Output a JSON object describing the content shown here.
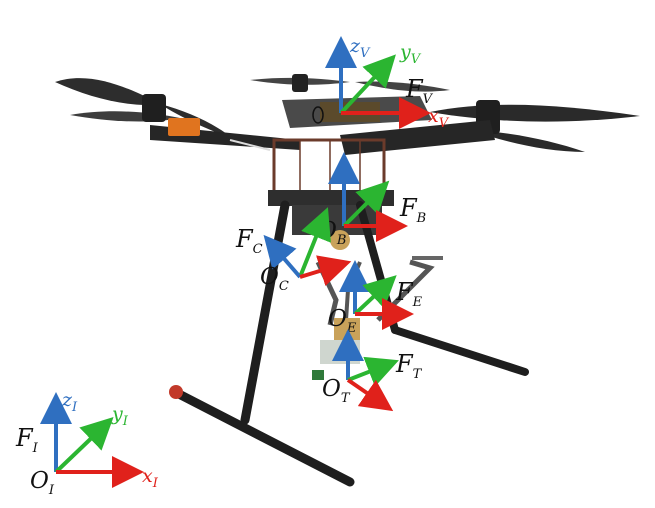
{
  "colors": {
    "x_axis": "#e0211b",
    "y_axis": "#2bb531",
    "z_axis": "#2f6fc0",
    "frame_black": "#1e1e1e",
    "drone_gray": "#3a3a3a",
    "battery_orange": "#e0741f",
    "foot_red": "#c23a2a"
  },
  "frames": {
    "vehicle": {
      "frame": "F",
      "frame_sub": "V",
      "x": "x",
      "x_sub": "V",
      "y": "y",
      "y_sub": "V",
      "z": "z",
      "z_sub": "V"
    },
    "base": {
      "frame": "F",
      "frame_sub": "B",
      "origin": "O",
      "origin_sub": "B"
    },
    "camera": {
      "frame": "F",
      "frame_sub": "C",
      "origin": "O",
      "origin_sub": "C"
    },
    "end_effector": {
      "frame": "F",
      "frame_sub": "E",
      "origin": "O",
      "origin_sub": "E"
    },
    "tool": {
      "frame": "F",
      "frame_sub": "T",
      "origin": "O",
      "origin_sub": "T"
    },
    "inertial": {
      "frame": "F",
      "frame_sub": "I",
      "origin": "O",
      "origin_sub": "I",
      "x": "x",
      "x_sub": "I",
      "y": "y",
      "y_sub": "I",
      "z": "z",
      "z_sub": "I"
    }
  }
}
